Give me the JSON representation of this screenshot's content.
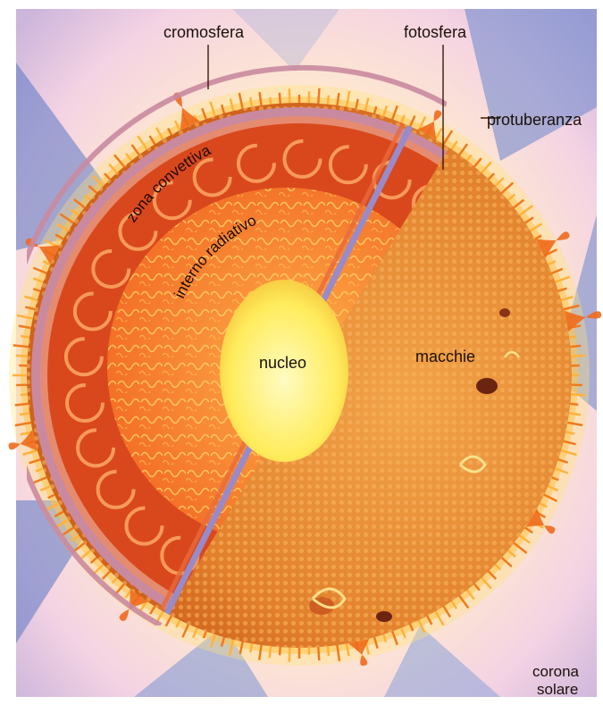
{
  "diagram": {
    "labels": {
      "cromosfera": "cromosfera",
      "fotosfera": "fotosfera",
      "protuberanza": "protuberanza",
      "zona_convettiva": "zona convettiva",
      "interno_radiativo": "interno radiativo",
      "nucleo": "nucleo",
      "macchie": "macchie",
      "corona_line1": "corona",
      "corona_line2": "solare"
    },
    "colors": {
      "background_sky": "#f3d6e0",
      "background_blue": "#4a66b8",
      "corona_glow": "#ffe08a",
      "photosphere_surface": "#e58a2c",
      "convective_zone": "#d9481c",
      "radiative_interior": "#f07a2a",
      "core": "#fff06a",
      "chromosphere_band": "#c98aa0",
      "photosphere_band": "#9a8ac8"
    }
  }
}
